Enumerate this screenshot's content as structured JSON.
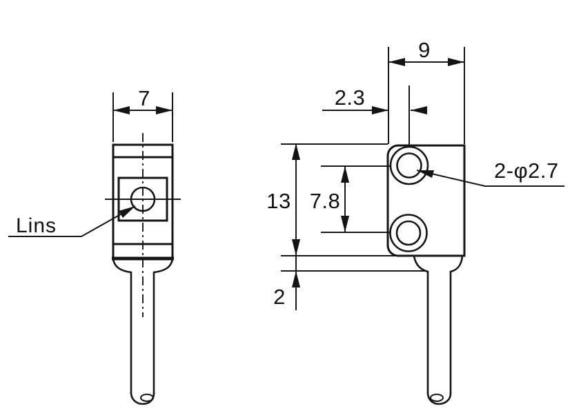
{
  "drawing": {
    "type": "technical-dimension-drawing",
    "background": "#ffffff",
    "ink": "#141414",
    "front_view": {
      "width_dim": "7",
      "lens_label": "Lins"
    },
    "side_view": {
      "width_dim": "9",
      "hole_offset_dim": "2.3",
      "height_dim": "13",
      "hole_pitch_dim": "7.8",
      "collar_height_dim": "2",
      "hole_spec": "2-φ2.7"
    }
  }
}
